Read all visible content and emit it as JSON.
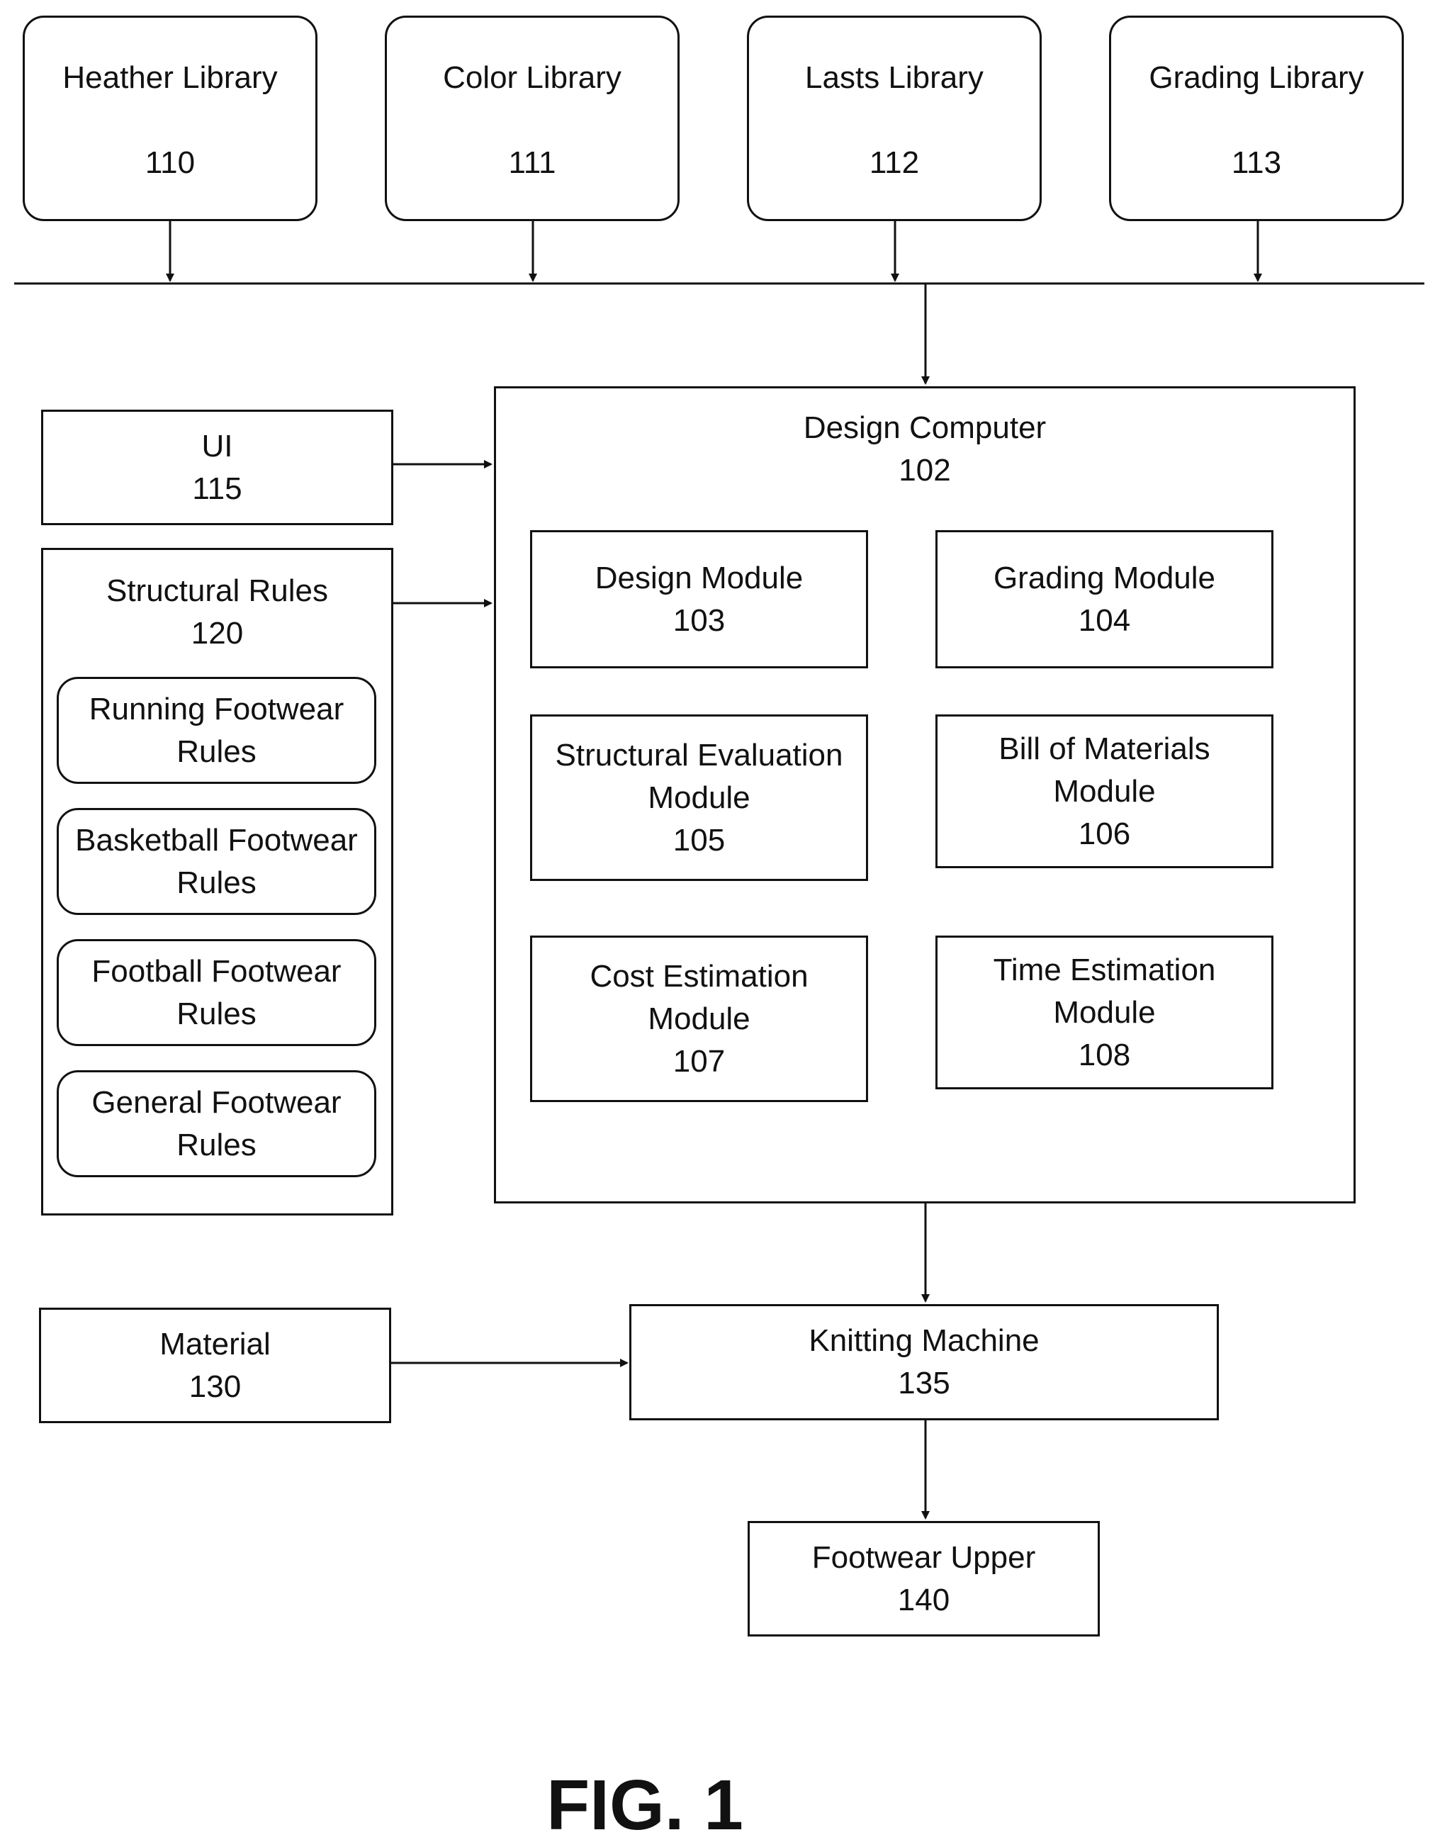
{
  "libraries": [
    {
      "label": "Heather Library",
      "number": "110"
    },
    {
      "label": "Color Library",
      "number": "111"
    },
    {
      "label": "Lasts Library",
      "number": "112"
    },
    {
      "label": "Grading Library",
      "number": "113"
    }
  ],
  "ui": {
    "label": "UI",
    "number": "115"
  },
  "structural_rules": {
    "label": "Structural Rules",
    "number": "120",
    "items": [
      {
        "line1": "Running Footwear",
        "line2": "Rules"
      },
      {
        "line1": "Basketball Footwear",
        "line2": "Rules"
      },
      {
        "line1": "Football Footwear",
        "line2": "Rules"
      },
      {
        "line1": "General Footwear",
        "line2": "Rules"
      }
    ]
  },
  "design_computer": {
    "label": "Design Computer",
    "number": "102",
    "modules": [
      {
        "line1": "Design Module",
        "line2": "",
        "number": "103"
      },
      {
        "line1": "Grading Module",
        "line2": "",
        "number": "104"
      },
      {
        "line1": "Structural Evaluation",
        "line2": "Module",
        "number": "105"
      },
      {
        "line1": "Bill of Materials",
        "line2": "Module",
        "number": "106"
      },
      {
        "line1": "Cost Estimation",
        "line2": "Module",
        "number": "107"
      },
      {
        "line1": "Time Estimation",
        "line2": "Module",
        "number": "108"
      }
    ]
  },
  "material": {
    "label": "Material",
    "number": "130"
  },
  "knitting_machine": {
    "label": "Knitting Machine",
    "number": "135"
  },
  "footwear_upper": {
    "label": "Footwear Upper",
    "number": "140"
  },
  "figure_label": "FIG. 1"
}
